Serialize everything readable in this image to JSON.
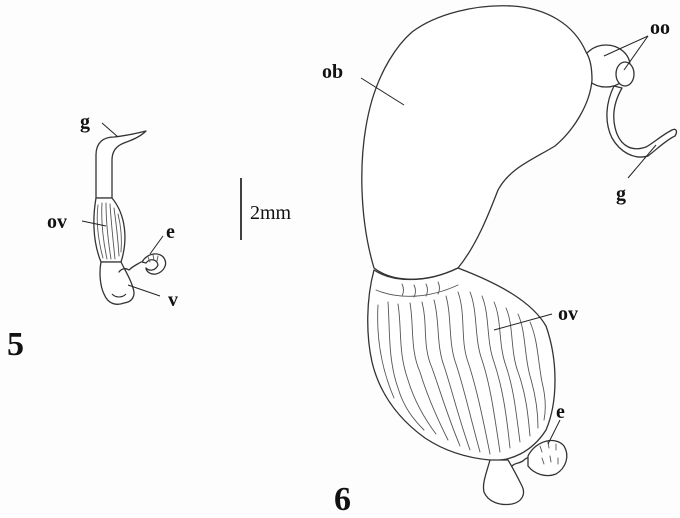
{
  "figures": [
    {
      "number": "5",
      "labels": {
        "g": "g",
        "ov": "ov",
        "e": "e",
        "v": "v"
      }
    },
    {
      "number": "6",
      "labels": {
        "oo": "oo",
        "ob": "ob",
        "g": "g",
        "ov": "ov",
        "e": "e"
      }
    }
  ],
  "scale_bar": {
    "label": "2mm"
  },
  "colors": {
    "ink": "#333333",
    "background": "#fdfdfd"
  }
}
